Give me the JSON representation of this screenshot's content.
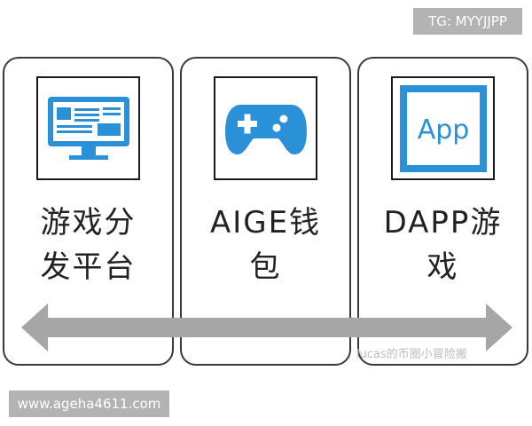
{
  "tags": {
    "top": "TG: MYYJJPP",
    "bottom": "www.ageha4611.com"
  },
  "cards": [
    {
      "icon": "desktop-monitor-icon",
      "line1": "游戏分",
      "line2": "发平台"
    },
    {
      "icon": "gamepad-icon",
      "line1": "AIGE钱",
      "line2": "包"
    },
    {
      "icon": "app-icon",
      "icon_text": "App",
      "line1": "DAPP游",
      "line2": "戏"
    }
  ],
  "watermark": "lucas的币圈小冒险搬",
  "colors": {
    "icon_blue": "#2a90d8",
    "arrow_gray": "#a6a6a6",
    "tag_gray": "#b3b3b3"
  },
  "arrow": "double-headed-arrow"
}
